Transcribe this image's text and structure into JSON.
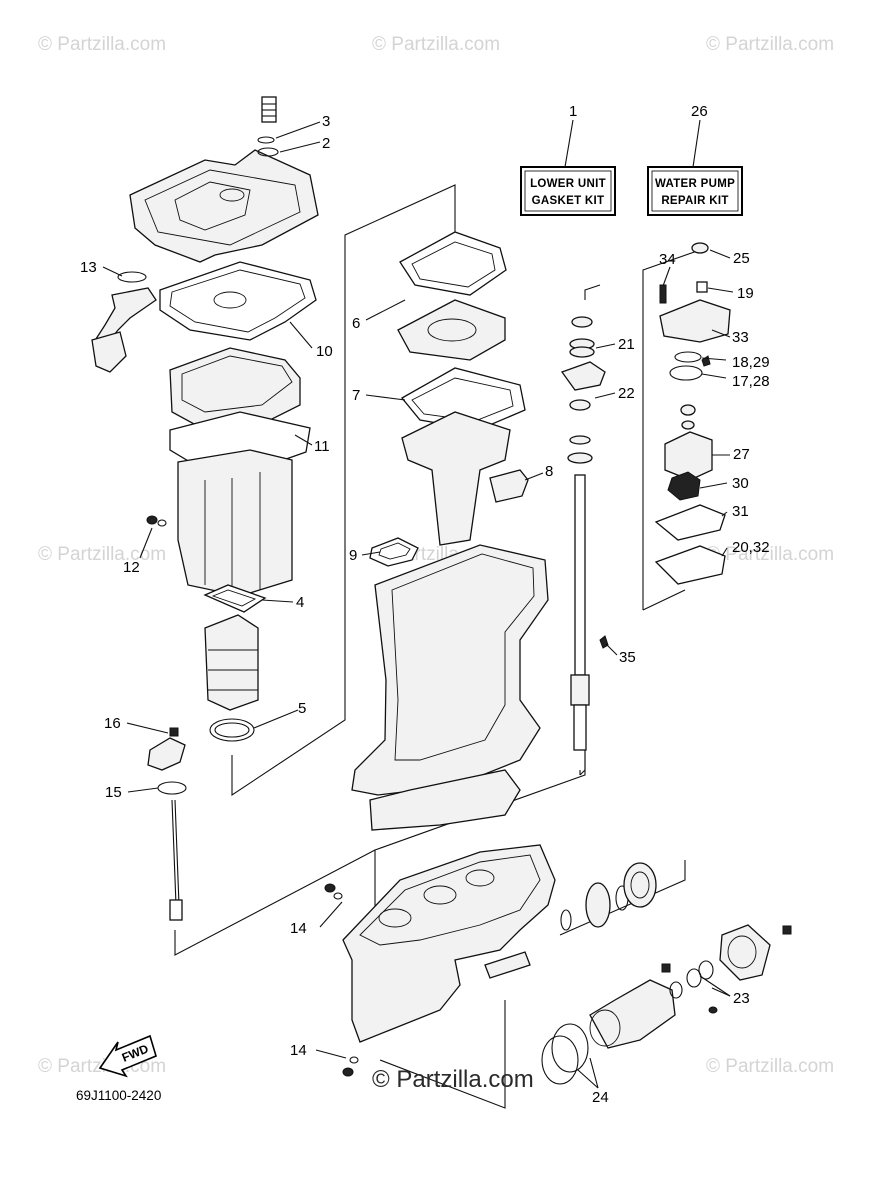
{
  "watermarks": {
    "text": "© Partzilla.com",
    "main": "© Partzilla.com"
  },
  "kits": {
    "lower_unit": {
      "line1": "LOWER UNIT",
      "line2": "GASKET KIT"
    },
    "water_pump": {
      "line1": "WATER PUMP",
      "line2": "REPAIR KIT"
    }
  },
  "fwd_label": "FWD",
  "diagram_code": "69J1100-2420",
  "callouts": {
    "c1": "1",
    "c2": "2",
    "c3": "3",
    "c4": "4",
    "c5": "5",
    "c6": "6",
    "c7": "7",
    "c8": "8",
    "c9": "9",
    "c10": "10",
    "c11": "11",
    "c12": "12",
    "c13": "13",
    "c14a": "14",
    "c14b": "14",
    "c15": "15",
    "c16": "16",
    "c17_28": "17,28",
    "c18_29": "18,29",
    "c19": "19",
    "c20_32": "20,32",
    "c21": "21",
    "c22": "22",
    "c23": "23",
    "c24": "24",
    "c25": "25",
    "c26": "26",
    "c27": "27",
    "c30": "30",
    "c31": "31",
    "c33": "33",
    "c34": "34",
    "c35": "35"
  }
}
